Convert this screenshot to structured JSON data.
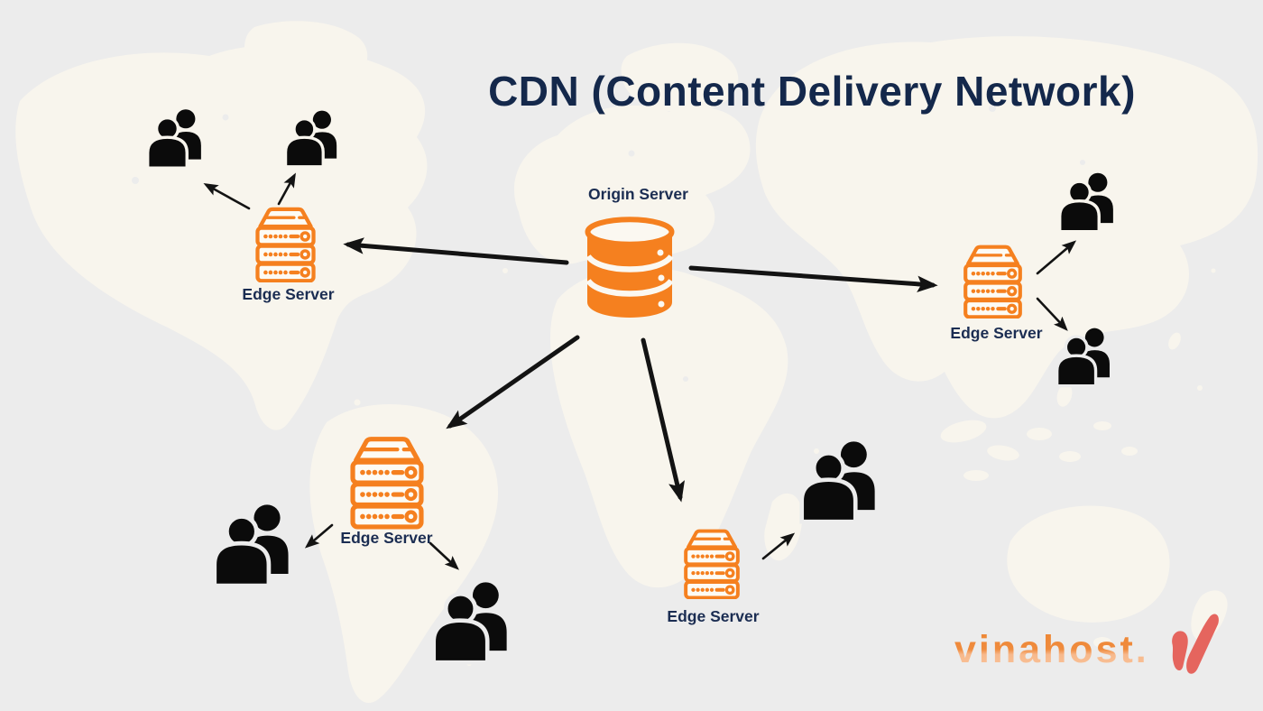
{
  "title": "CDN (Content Delivery Network)",
  "origin_server": {
    "label": "Origin Server",
    "icon": "database-cylinder-icon"
  },
  "edge_servers": [
    {
      "region": "north-america",
      "label": "Edge Server",
      "icon": "server-rack-icon",
      "user_groups": 2
    },
    {
      "region": "east-asia",
      "label": "Edge Server",
      "icon": "server-rack-icon",
      "user_groups": 2
    },
    {
      "region": "south-america",
      "label": "Edge Server",
      "icon": "server-rack-icon",
      "user_groups": 2
    },
    {
      "region": "africa",
      "label": "Edge Server",
      "icon": "server-rack-icon",
      "user_groups": 1
    }
  ],
  "connections": [
    "origin-to-edge-north-america",
    "origin-to-edge-east-asia",
    "origin-to-edge-south-america",
    "origin-to-edge-africa",
    "edge-north-america-to-users-left",
    "edge-north-america-to-users-right",
    "edge-east-asia-to-users-top",
    "edge-east-asia-to-users-bottom",
    "edge-south-america-to-users-left",
    "edge-south-america-to-users-right",
    "edge-africa-to-users"
  ],
  "user_icon": "users-group-icon",
  "logo": {
    "text": "vinahost.",
    "mark": "red-checkmark-icon"
  },
  "colors": {
    "accent_orange": "#F5801F",
    "title_navy": "#14284B",
    "label_navy": "#1B2D52",
    "map_land": "#F8F5ED",
    "map_ocean": "#ECECEC",
    "arrow": "#131313",
    "user_silhouette": "#0B0B0B",
    "logo_gradient_top": "#EF8B3D",
    "logo_gradient_bottom": "#F8BE93",
    "logo_checkmark": "#E5655E"
  }
}
